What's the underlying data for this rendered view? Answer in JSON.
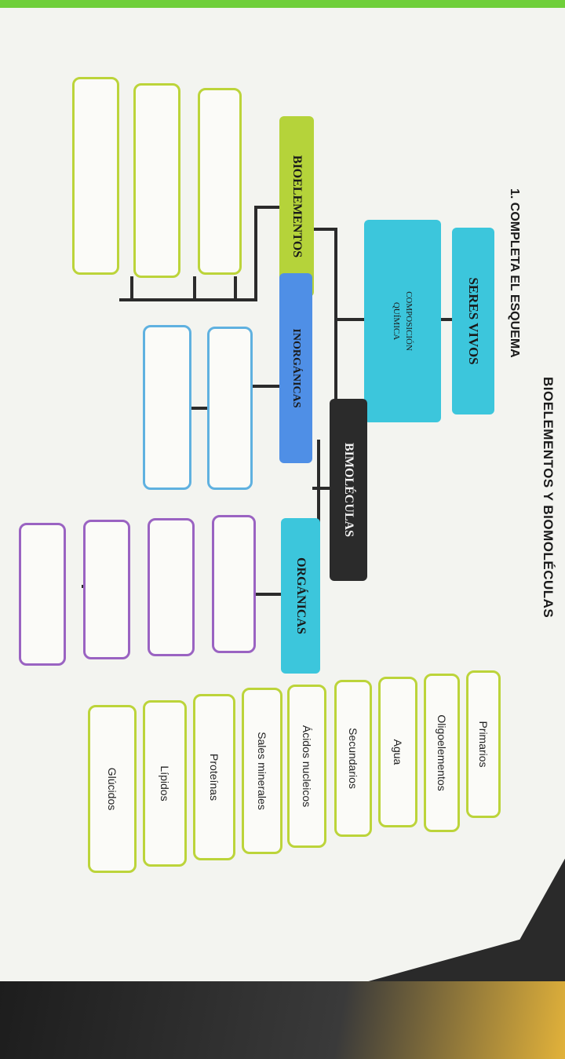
{
  "title": "BIOELEMENTOS Y BIOMOLÉCULAS",
  "instruction": "1.   COMPLETA EL ESQUEMA",
  "diagram": {
    "root": "SERES VIVOS",
    "composition_line1": "COMPOSICIÓN",
    "composition_line2": "QUÍMICA",
    "bioelementos": "BIOELEMENTOS",
    "biomoleculas": "BIMOLÉCULAS",
    "inorganicas": "INORGÁNICAS",
    "organicas": "ORGÁNICAS"
  },
  "word_bank": [
    "Primarios",
    "Oligoelementos",
    "Agua",
    "Secundarios",
    "Ácidos nucleicos",
    "Sales minerales",
    "Proteínas",
    "Lípidos",
    "Glúcidos"
  ],
  "colors": {
    "cyan": "#3cc6dc",
    "green": "#b5d33a",
    "blue": "#4f8fe6",
    "dark": "#2b2b2b",
    "purple_border": "#9a63c2"
  }
}
